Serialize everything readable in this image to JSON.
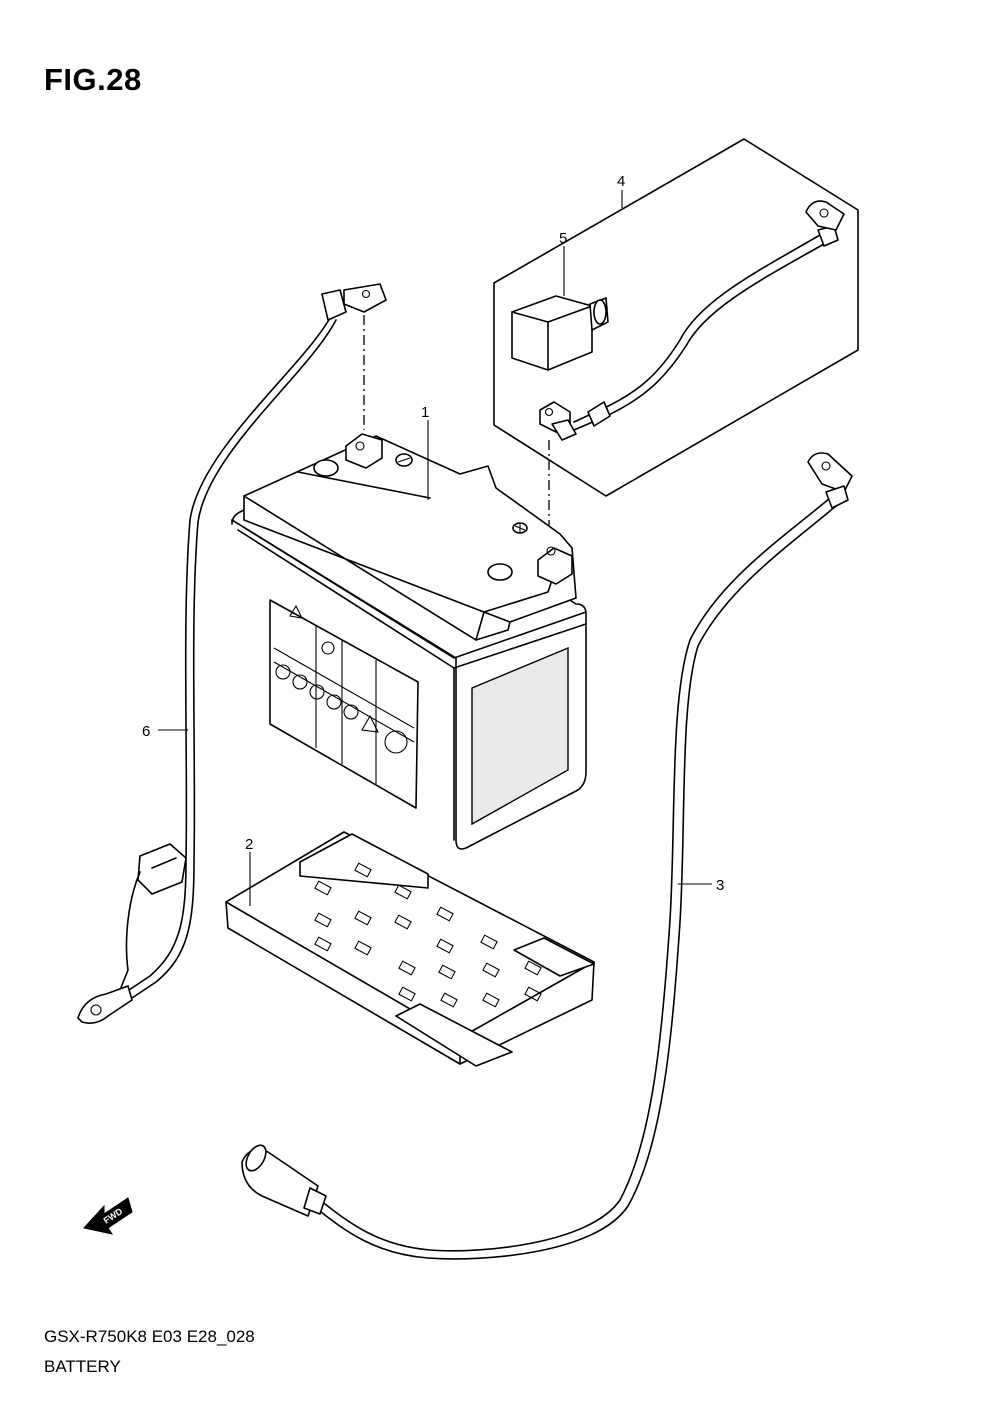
{
  "figure": {
    "title": "FIG.28",
    "model_code": "GSX-R750K8 E03 E28_028",
    "section_name": "BATTERY"
  },
  "callouts": [
    {
      "number": "1",
      "part": "battery"
    },
    {
      "number": "2",
      "part": "battery-tray"
    },
    {
      "number": "3",
      "part": "battery-minus-lead"
    },
    {
      "number": "4",
      "part": "battery-plus-lead-assembly"
    },
    {
      "number": "5",
      "part": "terminal-cap"
    },
    {
      "number": "6",
      "part": "battery-ground-lead"
    }
  ],
  "direction_marker": {
    "label": "FWD",
    "icon": "fwd-arrow-icon"
  }
}
